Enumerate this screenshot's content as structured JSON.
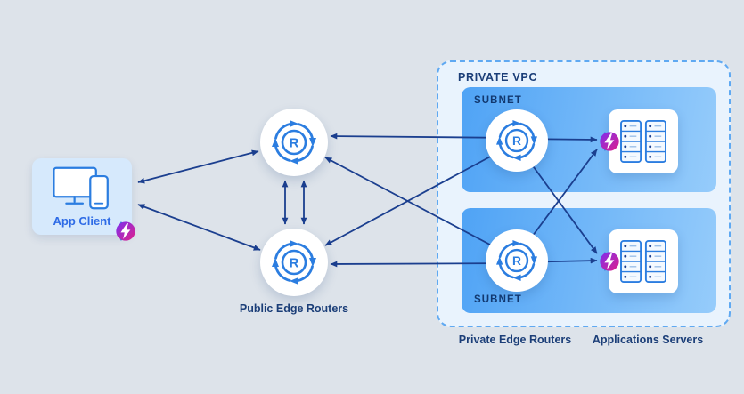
{
  "diagram": {
    "app_client": {
      "label": "App Client",
      "icon": "desktop-and-phone-icon",
      "badge": "lightning-bolt-badge"
    },
    "public_edge_routers": {
      "label": "Public Edge Routers",
      "icon": "router-icon"
    },
    "vpc": {
      "label": "PRIVATE VPC"
    },
    "subnets": [
      {
        "label": "SUBNET"
      },
      {
        "label": "SUBNET"
      }
    ],
    "private_edge_routers": {
      "label": "Private Edge Routers",
      "icon": "router-icon"
    },
    "applications_servers": {
      "label": "Applications Servers",
      "icon": "server-rack-icon",
      "badge": "lightning-bolt-badge"
    },
    "router_letter": "R",
    "colors": {
      "bg": "#dde3ea",
      "arrow": "#1b3f8f",
      "router_blue": "#2b7de0",
      "navy_label": "#1b3e78",
      "client_label": "#2e6be6",
      "subnet_grad_start": "#4fa3f5",
      "subnet_grad_end": "#96ccfb",
      "subnet_label": "#12386f",
      "vpc_fill": "#e9f3fd",
      "vpc_border": "#5fa9f2",
      "badge_grad_start": "#7b2ff0",
      "badge_grad_end": "#e0218a",
      "node_fill": "#ffffff",
      "client_card": "#d6e9fc"
    }
  }
}
